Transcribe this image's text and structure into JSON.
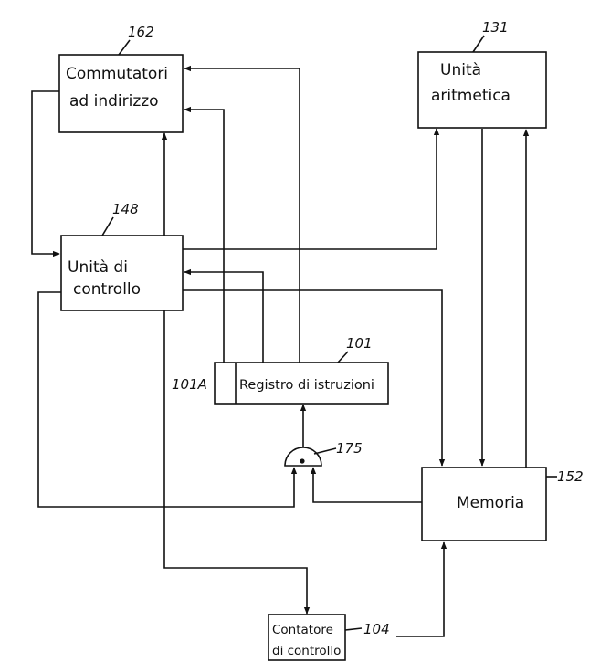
{
  "blocks": {
    "commutatori": {
      "line1": "Commutatori",
      "line2": "ad indirizzo",
      "ref": "162"
    },
    "unita_aritmetica": {
      "line1": "Unità",
      "line2": "aritmetica",
      "ref": "131"
    },
    "unita_controllo": {
      "line1": "Unità di",
      "line2": "controllo",
      "ref": "148"
    },
    "registro": {
      "label": "Registro di istruzioni",
      "ref": "101",
      "sub_ref": "101A"
    },
    "porta": {
      "ref": "175"
    },
    "memoria": {
      "label": "Memoria",
      "ref": "152"
    },
    "contatore": {
      "line1": "Contatore",
      "line2": "di controllo",
      "ref": "104"
    }
  }
}
